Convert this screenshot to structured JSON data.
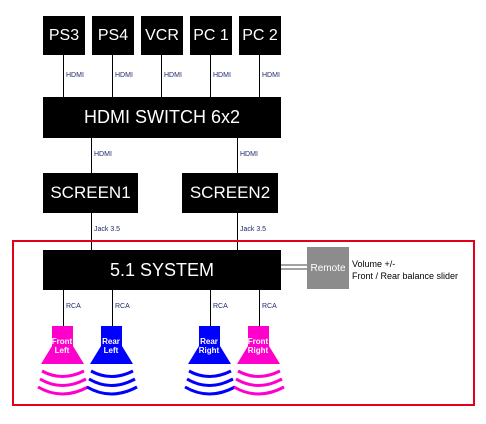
{
  "sources": [
    "PS3",
    "PS4",
    "VCR",
    "PC 1",
    "PC 2"
  ],
  "switch": {
    "label": "HDMI SWITCH 6x2"
  },
  "screens": [
    "SCREEN1",
    "SCREEN2"
  ],
  "system": {
    "label": "5.1 SYSTEM"
  },
  "remote": {
    "label": "Remote",
    "note_line1": "Volume +/-",
    "note_line2": "Front / Rear balance slider"
  },
  "connections": {
    "hdmi": "HDMI",
    "jack": "Jack 3.5",
    "rca": "RCA"
  },
  "speakers": [
    {
      "line1": "Front",
      "line2": "Left",
      "color": "#ff00cc"
    },
    {
      "line1": "Rear",
      "line2": "Left",
      "color": "#0000ff"
    },
    {
      "line1": "Rear",
      "line2": "Right",
      "color": "#0000ff"
    },
    {
      "line1": "Front",
      "line2": "Right",
      "color": "#ff00cc"
    }
  ],
  "colors": {
    "front": "#ff00cc",
    "rear": "#0000ff",
    "zone_border": "#e3001b",
    "remote_bg": "#8c8c8c"
  }
}
